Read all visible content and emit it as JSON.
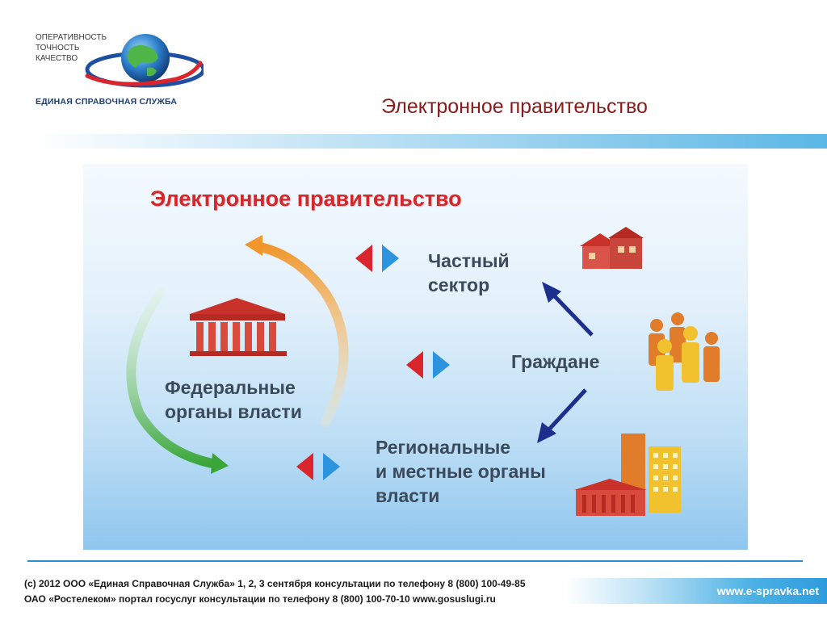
{
  "logo": {
    "tagline": [
      "ОПЕРАТИВНОСТЬ",
      "ТОЧНОСТЬ",
      "КАЧЕСТВО"
    ],
    "name": "ЕДИНАЯ СПРАВОЧНАЯ СЛУЖБА"
  },
  "slide": {
    "title": "Электронное правительство"
  },
  "diagram": {
    "title": "Электронное правительство",
    "federal_label": [
      "Федеральные",
      "органы власти"
    ],
    "private_label": [
      "Частный",
      "сектор"
    ],
    "citizens_label": "Граждане",
    "regional_label": [
      "Региональные",
      "и местные органы",
      "власти"
    ]
  },
  "footer": {
    "line1": "(c) 2012 ООО «Единая Справочная Служба»  1, 2, 3 сентября консультации по телефону 8 (800) 100-49-85",
    "line2": "ОАО «Ростелеком» портал госуслуг консультации по телефону 8 (800) 100-70-10 www.gosuslugi.ru",
    "url": "www.e-spravka.net"
  },
  "colors": {
    "title": "#8b1a1a",
    "diagram_title": "#d6262b",
    "accent_blue": "#2d9bdc",
    "arrow_left_red": "#d9262c",
    "arrow_right_blue": "#2c93df"
  }
}
